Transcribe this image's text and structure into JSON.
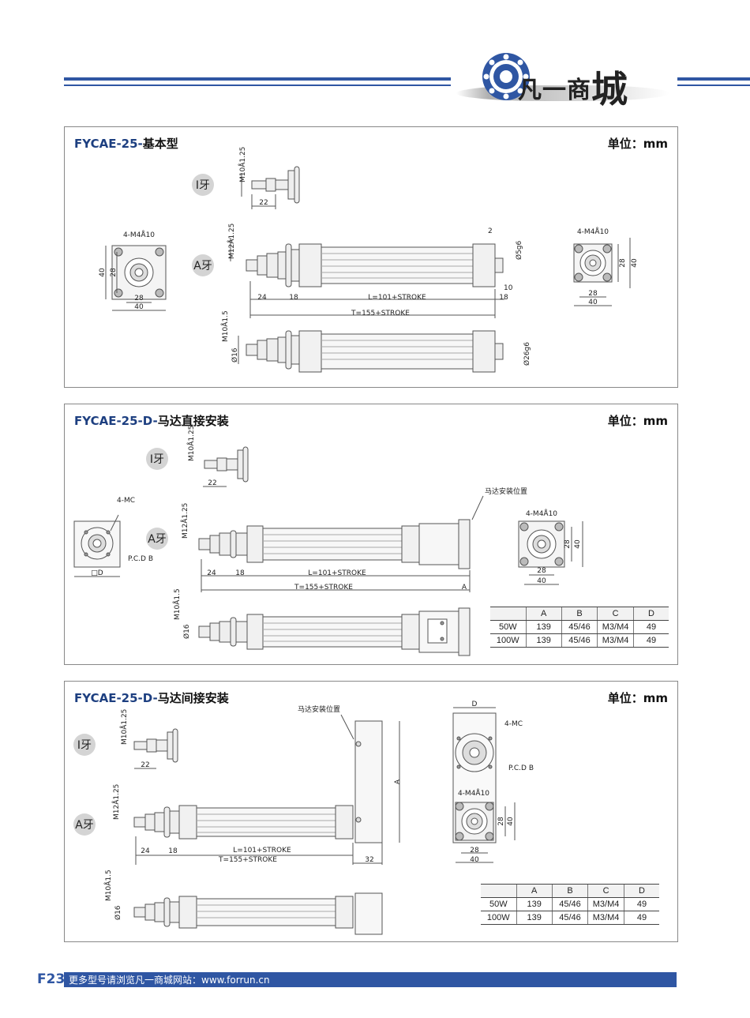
{
  "brand": {
    "name": "凡一商",
    "char": "城"
  },
  "colors": {
    "accent": "#2f56a3",
    "title": "#1d3f80"
  },
  "unit": "单位：mm",
  "labels": {
    "i_thread": "I牙",
    "a_thread": "A牙",
    "m10": "M10Å1.25",
    "m12": "M12Å1.25",
    "m10b": "M10Å1.5",
    "n22": "22",
    "n24": "24",
    "n18": "18",
    "n2": "2",
    "n10": "10",
    "n28": "28",
    "n40": "40",
    "n32": "32",
    "l": "L=101+STROKE",
    "t": "T=155+STROKE",
    "m4": "4-M4Å10",
    "d5": "Ø5g6",
    "d16": "Ø16",
    "d26": "Ø26g6",
    "mc": "4-MC",
    "pcd": "P.C.D B",
    "sq_d": "□D",
    "a": "A",
    "d": "D",
    "motor_pos": "马达安装位置"
  },
  "panels": [
    {
      "code": "FYCAE-25-",
      "name": "基本型"
    },
    {
      "code": "FYCAE-25-D-",
      "name": "马达直接安装"
    },
    {
      "code": "FYCAE-25-D-",
      "name": "马达间接安装"
    }
  ],
  "spec_table": {
    "headers": [
      "",
      "A",
      "B",
      "C",
      "D"
    ],
    "rows": [
      [
        "50W",
        "139",
        "45/46",
        "M3/M4",
        "49"
      ],
      [
        "100W",
        "139",
        "45/46",
        "M3/M4",
        "49"
      ]
    ]
  },
  "footer": {
    "page": "F23",
    "text": "更多型号请浏览凡一商城网站：www.forrun.cn"
  }
}
